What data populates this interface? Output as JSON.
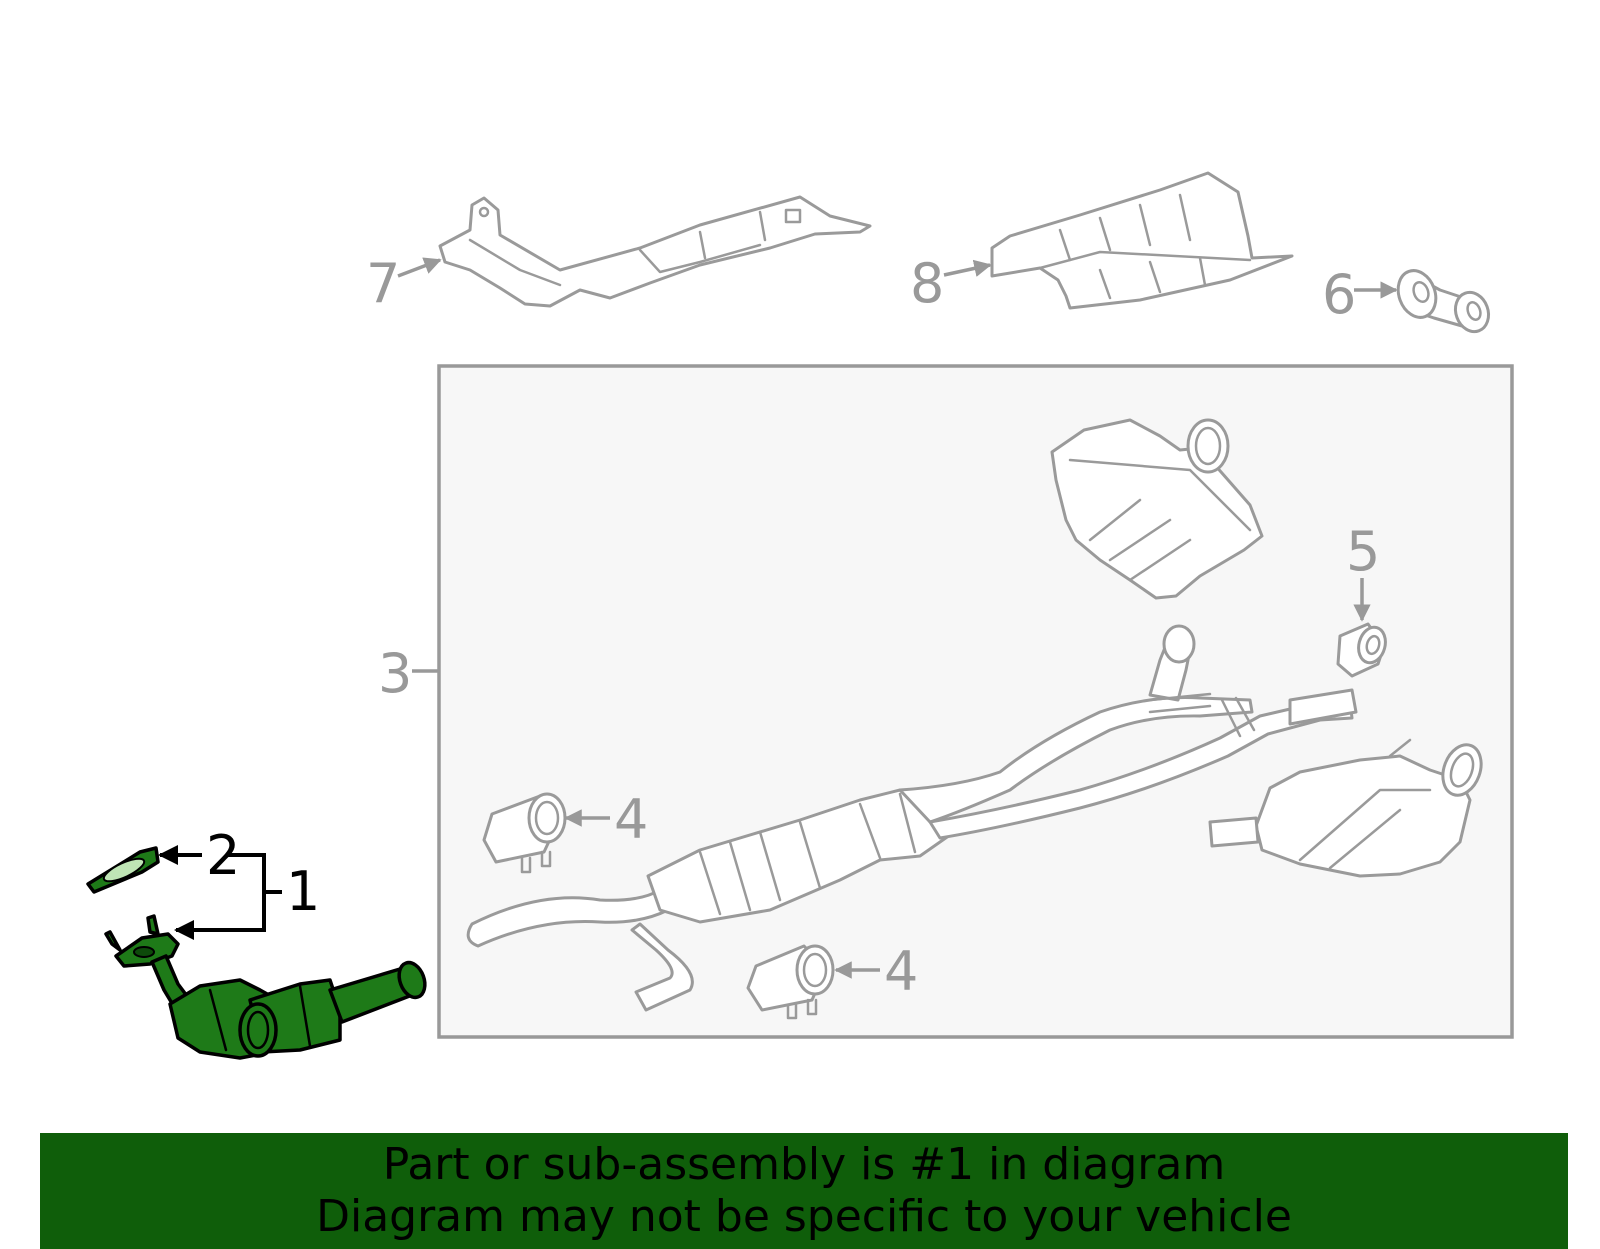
{
  "callouts": {
    "c1": "1",
    "c2": "2",
    "c3": "3",
    "c4a": "4",
    "c4b": "4",
    "c5": "5",
    "c6": "6",
    "c7": "7",
    "c8": "8"
  },
  "banner": {
    "line1": "Part or sub-assembly is #1 in diagram",
    "line2": "Diagram may not be specific to your vehicle"
  },
  "colors": {
    "highlight_part": "#1e7a18",
    "banner_bg": "#0f5e0a",
    "callout_gray": "#999999",
    "assembly_box_bg": "#f7f7f7"
  }
}
